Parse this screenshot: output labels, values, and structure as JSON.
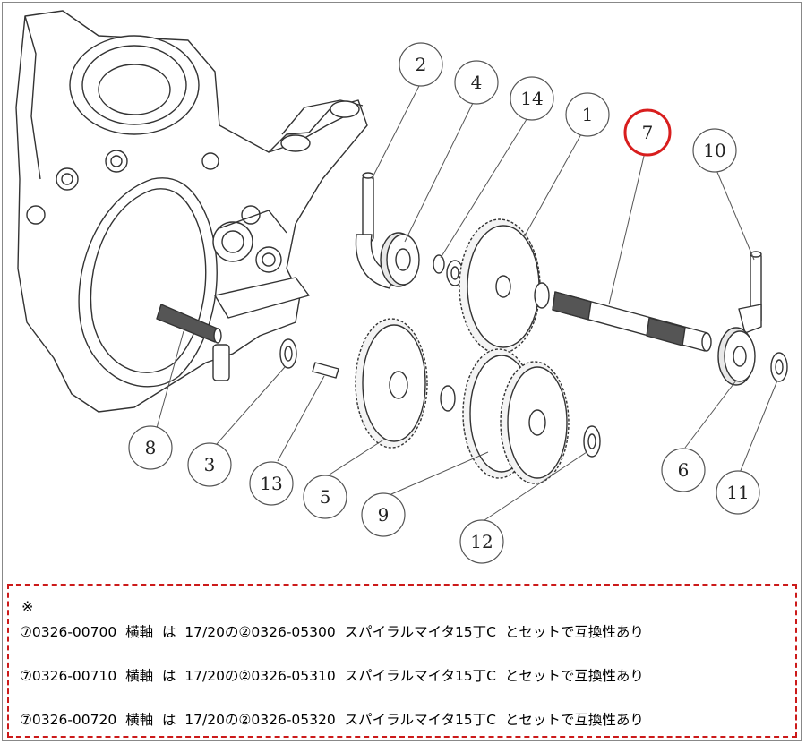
{
  "diagram": {
    "callouts": [
      {
        "id": "2",
        "label": "2"
      },
      {
        "id": "4",
        "label": "4"
      },
      {
        "id": "14",
        "label": "14"
      },
      {
        "id": "1",
        "label": "1"
      },
      {
        "id": "7",
        "label": "7",
        "highlighted": true
      },
      {
        "id": "10",
        "label": "10"
      },
      {
        "id": "8",
        "label": "8"
      },
      {
        "id": "3",
        "label": "3"
      },
      {
        "id": "13",
        "label": "13"
      },
      {
        "id": "5",
        "label": "5"
      },
      {
        "id": "9",
        "label": "9"
      },
      {
        "id": "12",
        "label": "12"
      },
      {
        "id": "6",
        "label": "6"
      },
      {
        "id": "11",
        "label": "11"
      }
    ],
    "highlight_color": "#d81e1e"
  },
  "note": {
    "mark": "※",
    "lines": [
      "⑦0326-00700  横軸  は  17/20の②0326-05300  スパイラルマイタ15丁C  とセットで互換性あり",
      "⑦0326-00710  横軸  は  17/20の②0326-05310  スパイラルマイタ15丁C  とセットで互換性あり",
      "⑦0326-00720  横軸  は  17/20の②0326-05320  スパイラルマイタ15丁C  とセットで互換性あり"
    ],
    "border_color": "#cc1a1a"
  }
}
